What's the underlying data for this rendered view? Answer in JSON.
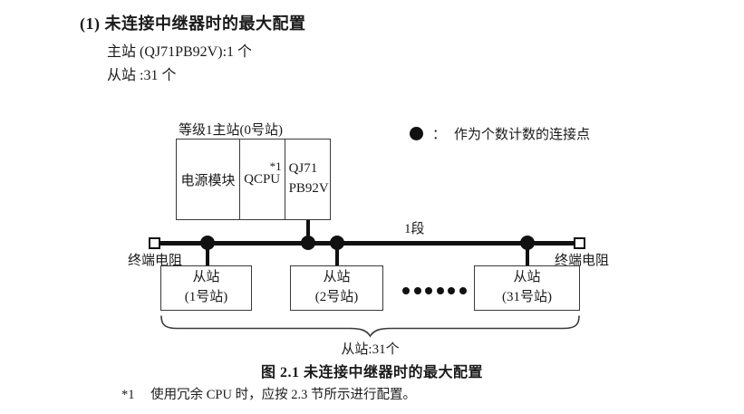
{
  "page": {
    "heading": "(1) 未连接中继器时的最大配置",
    "sub_lines": {
      "master": "主站 (QJ71PB92V):1 个",
      "slave": "从站 :31 个"
    },
    "caption": "图 2.1 未连接中继器时的最大配置",
    "footnote": {
      "marker": "*1",
      "text": "使用冗余 CPU 时，应按 2.3 节所示进行配置。"
    }
  },
  "diagram": {
    "master_station": {
      "label": "等级1主站(0号站)",
      "modules": {
        "power": "电源模块",
        "cpu": "QCPU",
        "cpu_note_ref": "*1",
        "network_line1": "QJ71",
        "network_line2": "PB92V"
      }
    },
    "legend": {
      "symbol": "connection-point-dot",
      "separator": "：",
      "text": "作为个数计数的连接点"
    },
    "bus": {
      "segment_label": "1段",
      "terminator_left": "终端电阻",
      "terminator_right": "终端电阻"
    },
    "slaves": [
      {
        "line1": "从站",
        "line2": "(1号站)"
      },
      {
        "line1": "从站",
        "line2": "(2号站)"
      },
      {
        "line1": "从站",
        "line2": "(31号站)"
      }
    ],
    "slave_count_label": "从站:31个",
    "colors": {
      "line": "#111111",
      "box_border": "#3a3a3a",
      "text": "#1a1a1a",
      "background": "#ffffff"
    }
  }
}
